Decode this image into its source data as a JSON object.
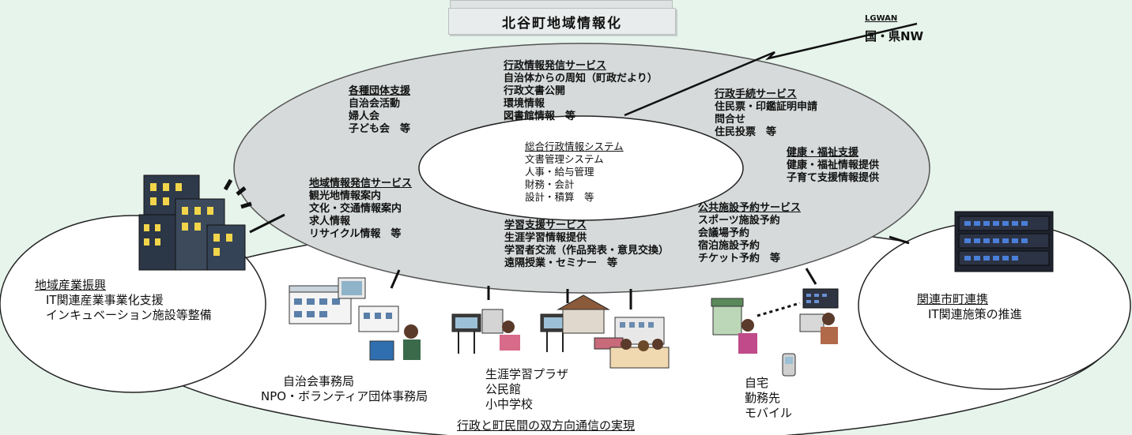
{
  "title": "北谷町地域情報化",
  "lgwan": {
    "label": "LGWAN",
    "network": "国・県NW"
  },
  "core": {
    "heading": "総合行政情報システム",
    "items": [
      "文書管理システム",
      "人事・給与管理",
      "財務・会計",
      "設計・積算　等"
    ]
  },
  "services": {
    "dantai": {
      "heading": "各種団体支援",
      "items": [
        "自治会活動",
        "婦人会",
        "子ども会　等"
      ]
    },
    "gyosei_hasshin": {
      "heading": "行政情報発信サービス",
      "items": [
        "自治体からの周知（町政だより）",
        "行政文書公開",
        "環境情報",
        "図書館情報　等"
      ]
    },
    "tetsuzuki": {
      "heading": "行政手続サービス",
      "items": [
        "住民票・印鑑証明申請",
        "問合せ",
        "住民投票　等"
      ]
    },
    "kenko": {
      "heading": "健康・福祉支援",
      "items": [
        "健康・福祉情報提供",
        "子育て支援情報提供"
      ]
    },
    "chiiki_hasshin": {
      "heading": "地域情報発信サービス",
      "items": [
        "観光地情報案内",
        "文化・交通情報案内",
        "求人情報",
        "リサイクル情報　等"
      ]
    },
    "gakushu": {
      "heading": "学習支援サービス",
      "items": [
        "生涯学習情報提供",
        "学習者交流（作品発表・意見交換）",
        "遠隔授業・セミナー　等"
      ]
    },
    "koukyou": {
      "heading": "公共施設予約サービス",
      "items": [
        "スポーツ施設予約",
        "会議場予約",
        "宿泊施設予約",
        "チケット予約　等"
      ]
    }
  },
  "sangyo": {
    "heading": "地域産業振興",
    "items": [
      "IT関連産業事業化支援",
      "インキュベーション施設等整備"
    ]
  },
  "renkei": {
    "heading": "関連市町連携",
    "items": [
      "IT関連施策の推進"
    ]
  },
  "bottom": {
    "jichikai": [
      "自治会事務局",
      "NPO・ボランティア団体事務局"
    ],
    "shogai": [
      "生涯学習プラザ",
      "公民館",
      "小中学校"
    ],
    "jitaku": [
      "自宅",
      "勤務先",
      "モバイル"
    ]
  },
  "footer": "行政と町民間の双方向通信の実現"
}
